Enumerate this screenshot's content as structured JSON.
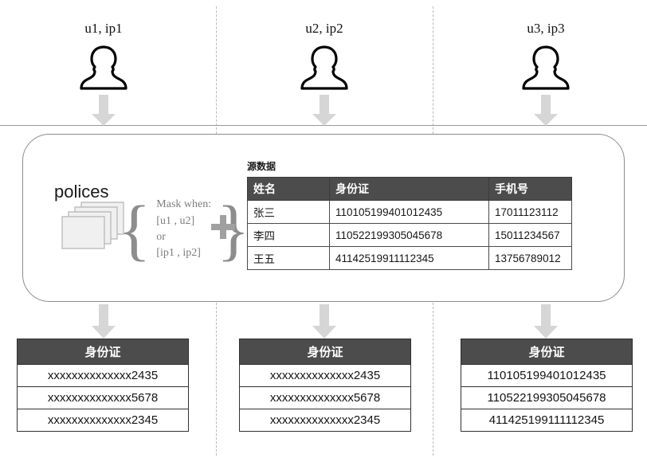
{
  "users": [
    {
      "label": "u1, ip1",
      "icon": "person-icon"
    },
    {
      "label": "u2, ip2",
      "icon": "person-icon"
    },
    {
      "label": "u3, ip3",
      "icon": "person-icon"
    }
  ],
  "panel": {
    "policies": {
      "title": "polices",
      "icon": "stacked-cards-icon",
      "rule_lines": [
        "Mask when:",
        "[u1 , u2]",
        "or",
        "[ip1 , ip2]"
      ],
      "brace_left": "{",
      "brace_right": "}",
      "plus": "plus-icon"
    },
    "source_table": {
      "caption": "源数据",
      "columns": [
        "姓名",
        "身份证",
        "手机号"
      ],
      "rows": [
        [
          "张三",
          "110105199401012435",
          "17011123112"
        ],
        [
          "李四",
          "110522199305045678",
          "15011234567"
        ],
        [
          "王五",
          "41142519911112345",
          "13756789012"
        ]
      ]
    }
  },
  "results": [
    {
      "column": "身份证",
      "rows": [
        "xxxxxxxxxxxxxx2435",
        "xxxxxxxxxxxxxx5678",
        "xxxxxxxxxxxxxx2345"
      ]
    },
    {
      "column": "身份证",
      "rows": [
        "xxxxxxxxxxxxxx2435",
        "xxxxxxxxxxxxxx5678",
        "xxxxxxxxxxxxxx2345"
      ]
    },
    {
      "column": "身份证",
      "rows": [
        "110105199401012435",
        "110522199305045678",
        "411425199111112345"
      ]
    }
  ],
  "colors": {
    "arrow": "#d4d4d4",
    "header_bg": "#4c4c4c",
    "panel_border": "#8c8c8c",
    "divider": "#b9b9b9",
    "muted_text": "#7d7d7d"
  }
}
